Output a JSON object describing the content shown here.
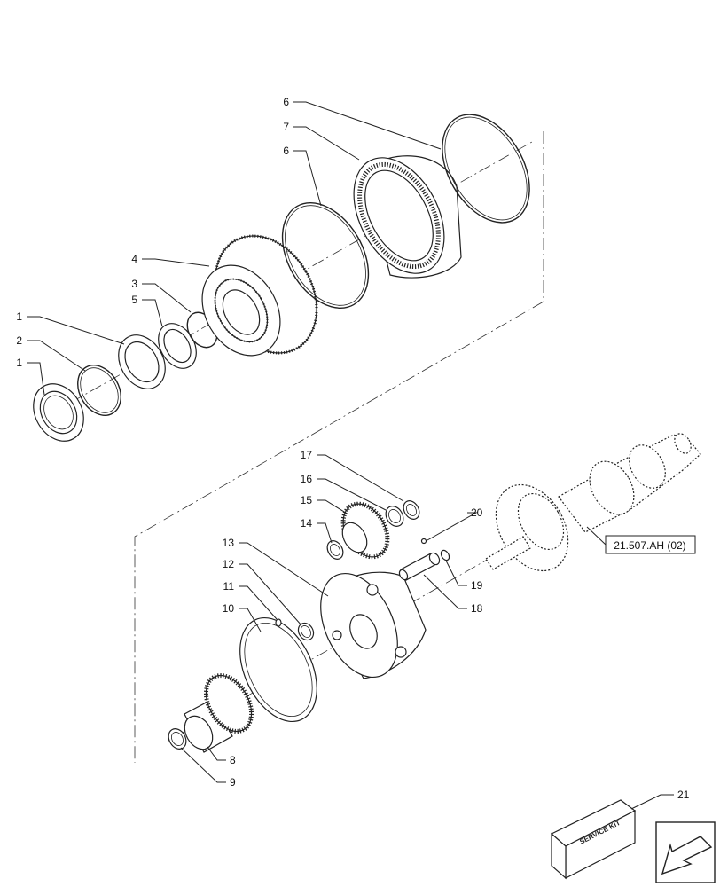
{
  "callouts": {
    "c1a": "1",
    "c1b": "1",
    "c2": "2",
    "c3": "3",
    "c4": "4",
    "c5": "5",
    "c6a": "6",
    "c6b": "6",
    "c7": "7",
    "c8": "8",
    "c9": "9",
    "c10": "10",
    "c11": "11",
    "c12": "12",
    "c13": "13",
    "c14": "14",
    "c15": "15",
    "c16": "16",
    "c17": "17",
    "c18": "18",
    "c19": "19",
    "c20": "20",
    "c21": "21"
  },
  "reference_box": {
    "label": "21.507.AH (02)"
  },
  "kit_label": {
    "text": "SERVICE KIT"
  }
}
